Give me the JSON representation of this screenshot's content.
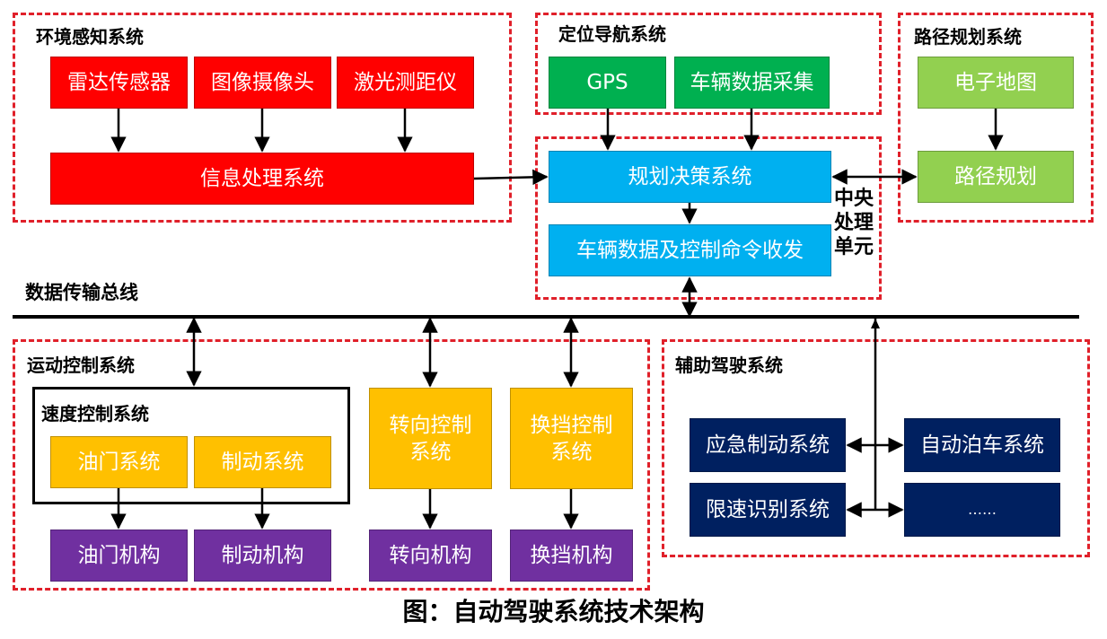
{
  "groups": {
    "env": "环境感知系统",
    "nav": "定位导航系统",
    "path": "路径规划系统",
    "motion": "运动控制系统",
    "speed": "速度控制系统",
    "assist": "辅助驾驶系统"
  },
  "boxes": {
    "radar": "雷达传感器",
    "camera": "图像摄像头",
    "lidar": "激光测距仪",
    "info": "信息处理系统",
    "gps": "GPS",
    "vehicle_data": "车辆数据采集",
    "emap": "电子地图",
    "route": "路径规划",
    "decision": "规划决策系统",
    "transceiver": "车辆数据及控制命令收发",
    "throttle": "油门系统",
    "brake": "制动系统",
    "steering": "转向控制系统",
    "gear": "换挡控制系统",
    "throttle_mech": "油门机构",
    "brake_mech": "制动机构",
    "steering_mech": "转向机构",
    "gear_mech": "换挡机构",
    "emergency": "应急制动系统",
    "parking": "自动泊车系统",
    "speed_limit": "限速识别系统",
    "more": "……"
  },
  "labels": {
    "cpu": "中央处理单元",
    "bus": "数据传输总线",
    "caption": "图：自动驾驶系统技术架构"
  },
  "colors": {
    "red": "#ff0000",
    "green": "#00b050",
    "light_green": "#92d050",
    "cyan": "#00b0f0",
    "yellow": "#ffc000",
    "purple": "#7030a0",
    "navy": "#002060",
    "dashed_border": "#e0202a"
  }
}
